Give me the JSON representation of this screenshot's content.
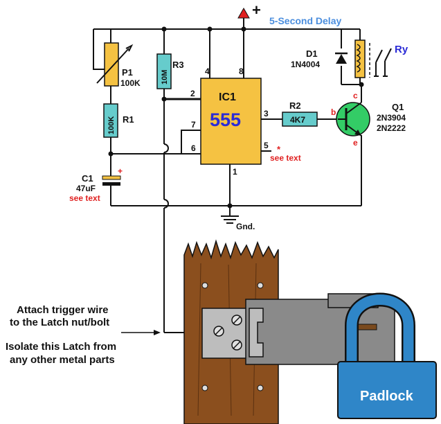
{
  "title": "5-Second Delay",
  "supply": {
    "symbol": "+"
  },
  "ground": {
    "label": "Gnd."
  },
  "ic1": {
    "designator": "IC1",
    "part": "555",
    "pins": {
      "p1": "1",
      "p2": "2",
      "p3": "3",
      "p4": "4",
      "p5": "5",
      "p6": "6",
      "p7": "7",
      "p8": "8"
    }
  },
  "p1": {
    "name": "P1",
    "value": "100K"
  },
  "r1": {
    "name": "R1",
    "value": "100K"
  },
  "r2": {
    "name": "R2",
    "value": "4K7"
  },
  "r3": {
    "name": "R3",
    "value": "10M"
  },
  "c1": {
    "name": "C1",
    "value": "47uF",
    "note": "see text",
    "polarity": "+"
  },
  "d1": {
    "name": "D1",
    "part": "1N4004"
  },
  "relay": {
    "name": "Ry"
  },
  "q1": {
    "name": "Q1",
    "part1": "2N3904",
    "part2": "2N2222",
    "pin_c": "c",
    "pin_b": "b",
    "pin_e": "e"
  },
  "pin5_note": {
    "star": "*",
    "text": "see text"
  },
  "instructions": {
    "line1": "Attach trigger wire",
    "line2": "to the Latch nut/bolt",
    "line3": "Isolate this Latch from",
    "line4": "any other metal parts"
  },
  "padlock": {
    "label": "Padlock"
  },
  "colors": {
    "ic_body": "#f5c242",
    "ic_part_text": "#2b2bd6",
    "resistor_body": "#66cccc",
    "title_text": "#4b8ede",
    "note_red": "#e02020",
    "padlock_blue": "#2f86c8",
    "wood": "#8b4f1e",
    "latch_gray": "#9a9a9a"
  }
}
